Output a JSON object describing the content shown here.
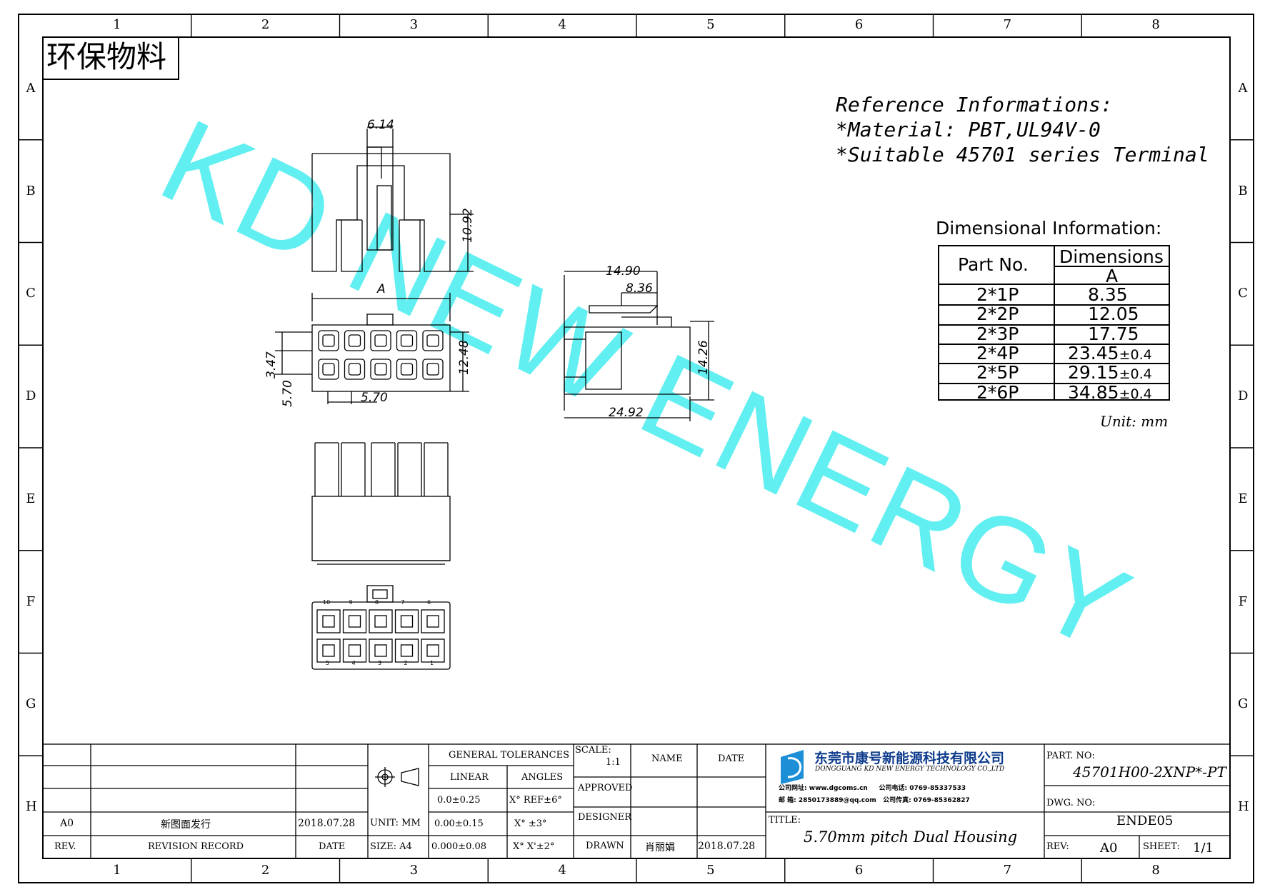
{
  "frame": {
    "columns": [
      "1",
      "2",
      "3",
      "4",
      "5",
      "6",
      "7",
      "8"
    ],
    "rows": [
      "A",
      "B",
      "C",
      "D",
      "E",
      "F",
      "G",
      "H"
    ]
  },
  "stamp": "环保物料",
  "watermark": "KD NEW ENERGY",
  "reference": {
    "title": "Reference Informations:",
    "material": "*Material: PBT,UL94V-0",
    "terminal": "*Suitable 45701 series Terminal"
  },
  "dimensional": {
    "title": "Dimensional  Information:",
    "header_part": "Part  No.",
    "header_dim": "Dimensions",
    "header_sub": "A",
    "rows": [
      {
        "part": "2*1P",
        "value": "8.35",
        "tol": ""
      },
      {
        "part": "2*2P",
        "value": "12.05",
        "tol": ""
      },
      {
        "part": "2*3P",
        "value": "17.75",
        "tol": ""
      },
      {
        "part": "2*4P",
        "value": "23.45",
        "tol": "±0.4"
      },
      {
        "part": "2*5P",
        "value": "29.15",
        "tol": "±0.4"
      },
      {
        "part": "2*6P",
        "value": "34.85",
        "tol": "±0.4"
      }
    ],
    "unit": "Unit: mm"
  },
  "dimensions": {
    "top_width": "6.14",
    "top_height": "10.92",
    "front_a": "A",
    "front_pitch_v": "3.47",
    "front_pitch_v2": "5.70",
    "front_height": "12.48",
    "front_pitch_h": "5.70",
    "side_top": "14.90",
    "side_latch": "8.36",
    "side_height": "14.26",
    "side_length": "24.92"
  },
  "pin_numbers": {
    "top": [
      "10",
      "9",
      "8",
      "7",
      "6"
    ],
    "bottom": [
      "5",
      "4",
      "3",
      "2",
      "1"
    ]
  },
  "titleblock": {
    "rev_value": "A0",
    "revision_text": "新图面发行",
    "rev_date": "2018.07.28",
    "rev_label": "REV.",
    "revision_record": "REVISION RECORD",
    "date_label": "DATE",
    "general_tolerances": "GENERAL TOLERANCES",
    "linear": "LINEAR",
    "angles": "ANGLES",
    "unit": "UNIT: MM",
    "size": "SIZE: A4",
    "lin1": "0.0±0.25",
    "lin2": "0.00±0.15",
    "lin3": "0.000±0.08",
    "ang1": "X° REF±6°",
    "ang2": "X° ±3°",
    "ang3": "X° X'±2°",
    "scale_label": "SCALE:",
    "scale_value": "1:1",
    "name_label": "NAME",
    "date_col": "DATE",
    "approved": "APPROVED",
    "designer": "DESIGNER",
    "drawn": "DRAWN",
    "drawn_name": "肖丽娟",
    "drawn_date": "2018.07.28",
    "company_cn": "东莞市康号新能源科技有限公司",
    "company_en": "DONGGUANG KD NEW ENERGY TECHNOLOGY CO.,LTD",
    "web_label": "公司网址:",
    "web_value": "www.dgcoms.cn",
    "phone_label": "公司电话:",
    "phone_value": "0769-85337533",
    "mail_label": "邮    箱:",
    "mail_value": "2850173889@qq.com",
    "fax_label": "公司传真:",
    "fax_value": "0769-85362827",
    "title_label": "TITLE:",
    "title_value": "5.70mm pitch Dual Housing",
    "part_label": "PART. NO:",
    "part_value": "45701H00-2XNP*-PT",
    "dwg_label": "DWG. NO:",
    "dwg_value": "ENDE05",
    "rev_label2": "REV:",
    "rev_value2": "A0",
    "sheet_label": "SHEET:",
    "sheet_value": "1/1"
  }
}
